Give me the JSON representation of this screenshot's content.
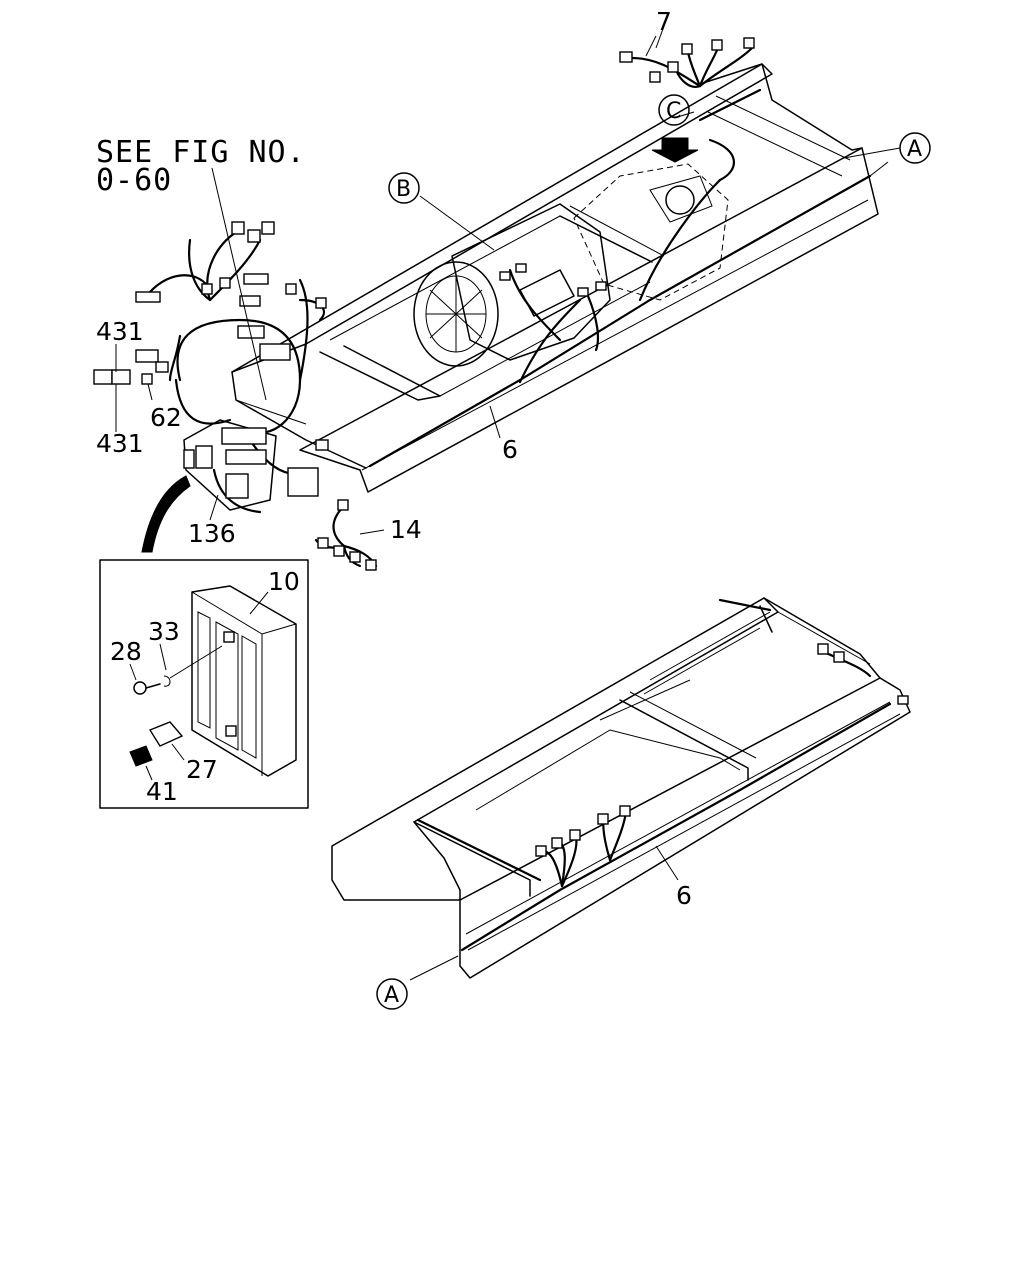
{
  "note": {
    "line1": "SEE FIG NO.",
    "line2": "0-60"
  },
  "callouts": {
    "a_top": "A",
    "a_bottom": "A",
    "b": "B",
    "c": "C"
  },
  "part_labels": {
    "p7": "7",
    "p431_top": "431",
    "p431_bottom": "431",
    "p62": "62",
    "p6_top": "6",
    "p136": "136",
    "p14": "14",
    "p10": "10",
    "p33": "33",
    "p28": "28",
    "p27": "27",
    "p41": "41",
    "p6_bottom": "6"
  }
}
